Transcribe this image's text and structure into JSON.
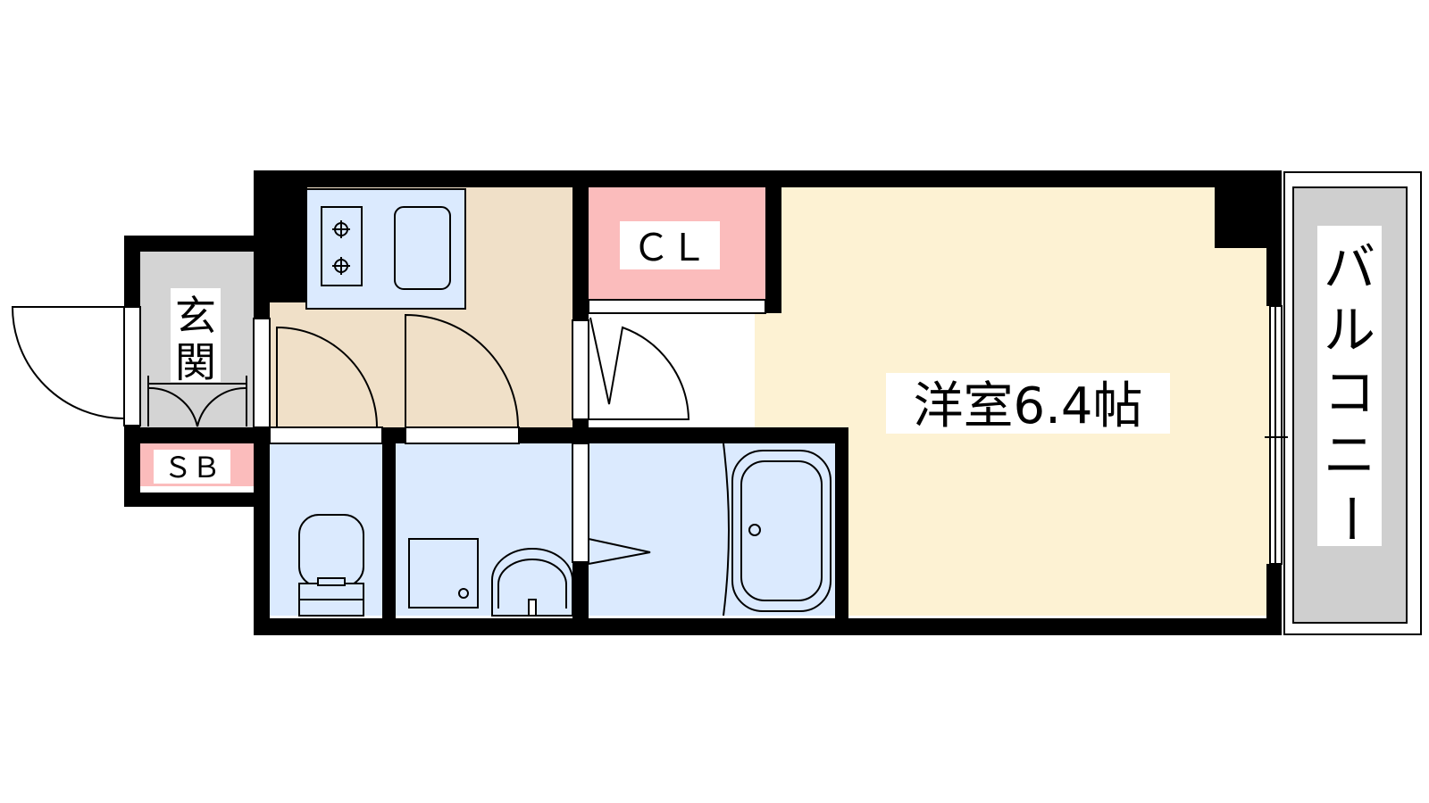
{
  "labels": {
    "entrance": [
      "玄",
      "関"
    ],
    "shoe_box": "ＳＢ",
    "closet": "ＣＬ",
    "western_room": "洋室6.4帖",
    "balcony": [
      "バ",
      "ル",
      "コ",
      "ニ",
      "ー"
    ]
  },
  "colors": {
    "wall": "#000000",
    "kitchen": "#f0e0c8",
    "western_room": "#fdf2d3",
    "closet": "#fbbcbc",
    "shoe_box": "#fbbcbc",
    "wet_area": "#dbeafe",
    "balcony": "#cfcfcf",
    "entrance": "#d4d4d4",
    "label_bg": "#ffffff"
  }
}
